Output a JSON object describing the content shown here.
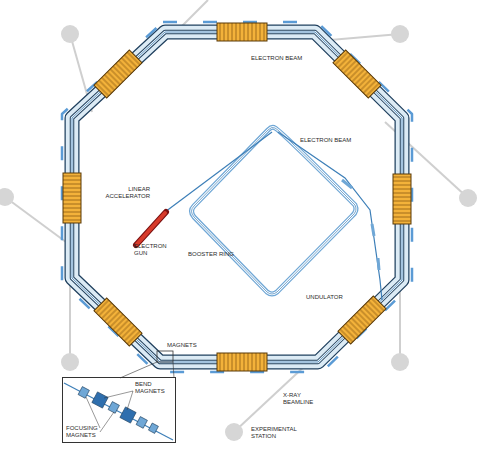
{
  "diagram": {
    "nodes": [
      {
        "text": [
          "BEND MAGNETS",
          "FOCUSING MAGNETS"
        ]
      }
    ],
    "labels": [
      "ELECTRON BEAM",
      "ELECTRON BEAM",
      "LINEAR ACCELERATOR",
      "ELECTRON GUN",
      "BOOSTER RING",
      "UNDULATOR",
      "MAGNETS",
      "X-RAY BEAMLINE",
      "EXPERIMENTAL STATION"
    ]
  }
}
